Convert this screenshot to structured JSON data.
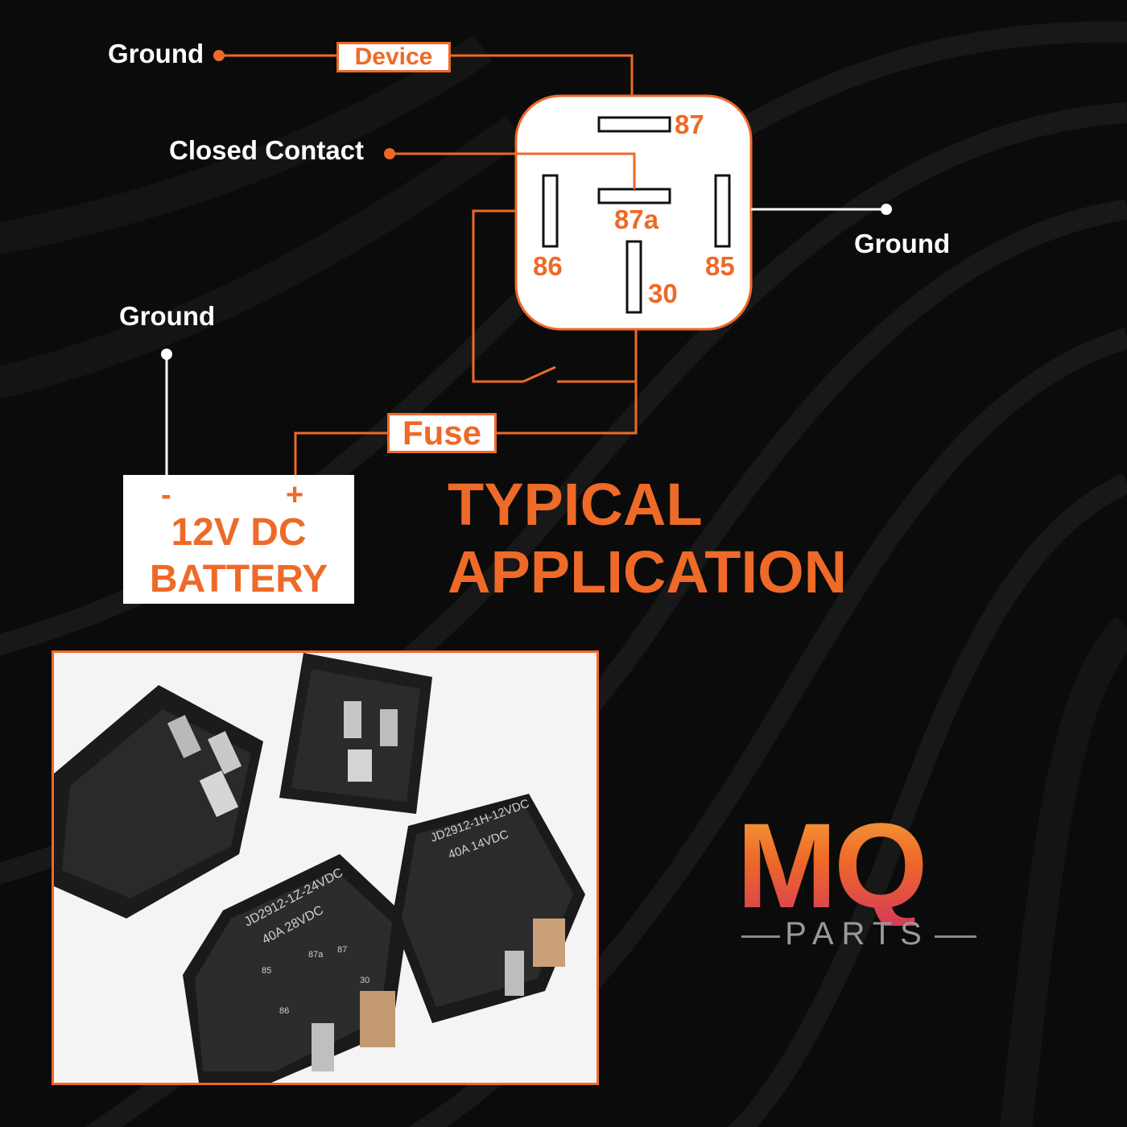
{
  "diagram": {
    "labels": {
      "ground_top": "Ground",
      "device": "Device",
      "closed_contact": "Closed Contact",
      "ground_right": "Ground",
      "ground_left": "Ground",
      "fuse": "Fuse"
    },
    "pins": {
      "p87": "87",
      "p87a": "87a",
      "p86": "86",
      "p85": "85",
      "p30": "30"
    },
    "battery": {
      "minus": "-",
      "plus": "+",
      "line1": "12V DC",
      "line2": "BATTERY"
    }
  },
  "title": {
    "line1": "TYPICAL",
    "line2": "APPLICATION"
  },
  "photo": {
    "relay_a": {
      "line1": "JD2912-1Z-24VDC",
      "line2": "40A 28VDC"
    },
    "relay_b": {
      "line1": "JD2912-1H-12VDC",
      "line2": "40A 14VDC"
    },
    "pin_marks": {
      "p85": "85",
      "p86": "86",
      "p87": "87",
      "p87a": "87a",
      "p30": "30"
    }
  },
  "logo": {
    "brand": "MQ",
    "sub": "PARTS"
  },
  "colors": {
    "accent": "#ee6a28",
    "background": "#0b0b0b",
    "text": "#ffffff"
  }
}
